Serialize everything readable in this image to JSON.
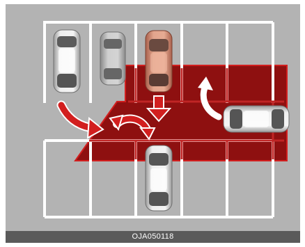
{
  "figure": {
    "caption": "OJA050118",
    "colors": {
      "pavement": "#b3b3b3",
      "line": "#ffffff",
      "zone_fill": "#8c0a0a",
      "zone_stroke": "#d21e1e",
      "arrow_red": "#d21f1f",
      "arrow_white": "#ffffff",
      "caption_bg": "#5a5a5a",
      "target_car": "#d9907a",
      "other_cars": "#e8e8e8"
    },
    "cars": [
      {
        "name": "parked-car-top-left",
        "color": "white",
        "heading": "down"
      },
      {
        "name": "parked-car-top-second",
        "color": "silver",
        "heading": "up"
      },
      {
        "name": "parked-car-top-center",
        "color": "copper",
        "heading": "down"
      },
      {
        "name": "oncoming-car-right",
        "color": "white",
        "heading": "left"
      },
      {
        "name": "parked-car-bottom-center",
        "color": "white",
        "heading": "down"
      }
    ],
    "arrows": [
      {
        "name": "backing-path-arrow",
        "icon": "curved-arrow-right"
      },
      {
        "name": "maneuver-arrow",
        "icon": "double-curved-arrow"
      },
      {
        "name": "reverse-down-arrow",
        "icon": "arrow-down"
      },
      {
        "name": "cross-traffic-arrow",
        "icon": "curved-arrow-up"
      }
    ]
  }
}
